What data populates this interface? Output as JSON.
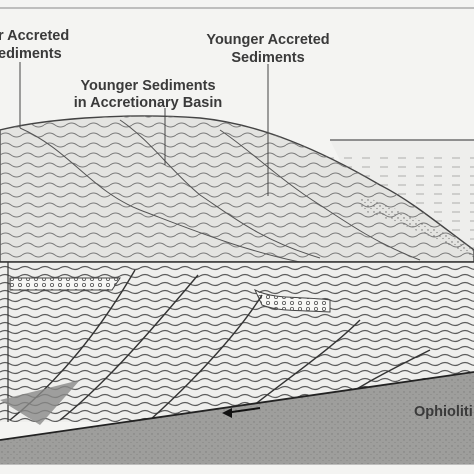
{
  "labels": {
    "older_accreted_line1": "r Accreted",
    "older_accreted_line2": "ediments",
    "younger_accreted_line1": "Younger Accreted",
    "younger_accreted_line2": "Sediments",
    "basin_line1": "Younger Sediments",
    "basin_line2": "in Accretionary Basin",
    "ophiolite": "Ophioliti"
  }
}
